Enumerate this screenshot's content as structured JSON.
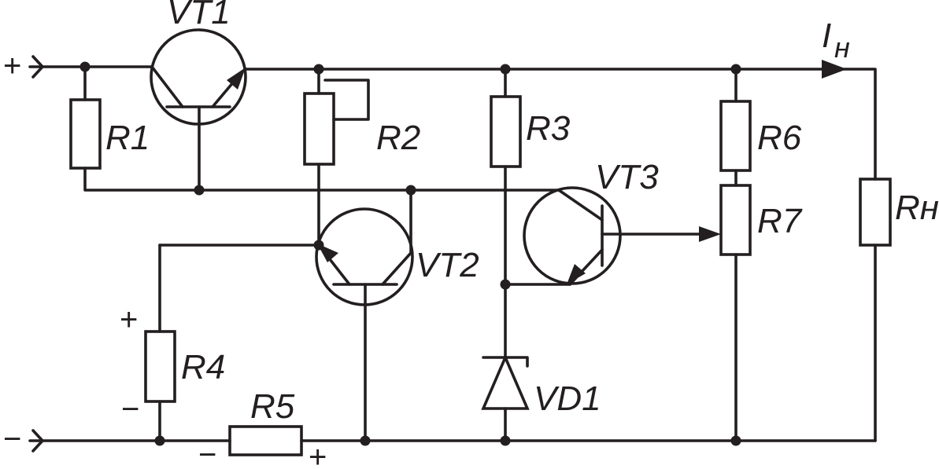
{
  "components": {
    "vt1": "VT1",
    "vt2": "VT2",
    "vt3": "VT3",
    "r1": "R1",
    "r2": "R2",
    "r3": "R3",
    "r4": "R4",
    "r5": "R5",
    "r6": "R6",
    "r7": "R7",
    "rn": "Rн",
    "vd1": "VD1",
    "load_current": "I",
    "load_current_sub": "н"
  },
  "terminals": {
    "positive": "+",
    "negative": "−"
  },
  "polarity": {
    "r4_top": "+",
    "r4_bottom": "−",
    "r5_left": "−",
    "r5_right": "+"
  }
}
